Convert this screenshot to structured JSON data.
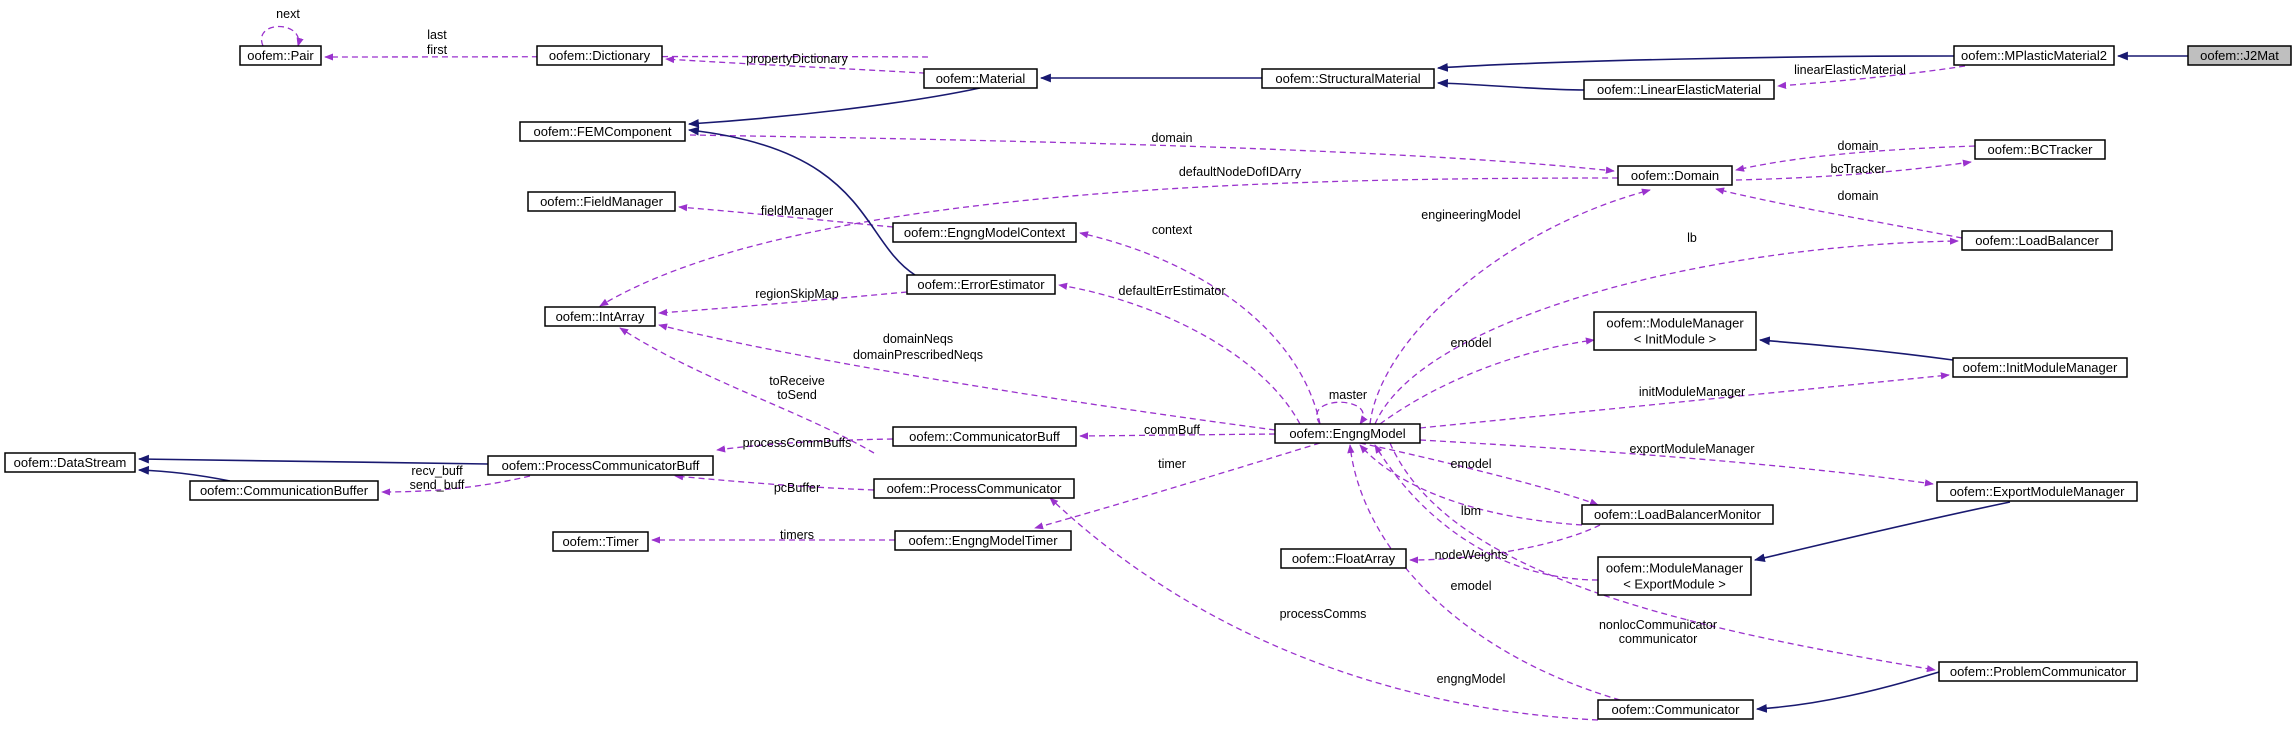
{
  "diagram": {
    "nodes": [
      {
        "id": "pair",
        "lines": [
          "oofem::Pair"
        ]
      },
      {
        "id": "dictionary",
        "lines": [
          "oofem::Dictionary"
        ]
      },
      {
        "id": "material",
        "lines": [
          "oofem::Material"
        ]
      },
      {
        "id": "structuralmaterial",
        "lines": [
          "oofem::StructuralMaterial"
        ]
      },
      {
        "id": "mplastic",
        "lines": [
          "oofem::MPlasticMaterial2"
        ]
      },
      {
        "id": "j2mat",
        "lines": [
          "oofem::J2Mat"
        ],
        "current": true
      },
      {
        "id": "linearelastic",
        "lines": [
          "oofem::LinearElasticMaterial"
        ]
      },
      {
        "id": "femcomponent",
        "lines": [
          "oofem::FEMComponent"
        ]
      },
      {
        "id": "domain",
        "lines": [
          "oofem::Domain"
        ]
      },
      {
        "id": "bctracker",
        "lines": [
          "oofem::BCTracker"
        ]
      },
      {
        "id": "fieldmanager",
        "lines": [
          "oofem::FieldManager"
        ]
      },
      {
        "id": "engngmodelcontext",
        "lines": [
          "oofem::EngngModelContext"
        ]
      },
      {
        "id": "loadbalancer",
        "lines": [
          "oofem::LoadBalancer"
        ]
      },
      {
        "id": "intarray",
        "lines": [
          "oofem::IntArray"
        ]
      },
      {
        "id": "errorestimator",
        "lines": [
          "oofem::ErrorEstimator"
        ]
      },
      {
        "id": "mminit",
        "lines": [
          "oofem::ModuleManager",
          "< InitModule >"
        ]
      },
      {
        "id": "initmodulemanager",
        "lines": [
          "oofem::InitModuleManager"
        ]
      },
      {
        "id": "datastream",
        "lines": [
          "oofem::DataStream"
        ]
      },
      {
        "id": "pcbuff",
        "lines": [
          "oofem::ProcessCommunicatorBuff"
        ]
      },
      {
        "id": "commbuff",
        "lines": [
          "oofem::CommunicatorBuff"
        ]
      },
      {
        "id": "engngmodel",
        "lines": [
          "oofem::EngngModel"
        ]
      },
      {
        "id": "communicationbuffer",
        "lines": [
          "oofem::CommunicationBuffer"
        ]
      },
      {
        "id": "processcommunicator",
        "lines": [
          "oofem::ProcessCommunicator"
        ]
      },
      {
        "id": "exportmodulemanager",
        "lines": [
          "oofem::ExportModuleManager"
        ]
      },
      {
        "id": "timer",
        "lines": [
          "oofem::Timer"
        ]
      },
      {
        "id": "engngmodeltimer",
        "lines": [
          "oofem::EngngModelTimer"
        ]
      },
      {
        "id": "lbmonitor",
        "lines": [
          "oofem::LoadBalancerMonitor"
        ]
      },
      {
        "id": "floatarray",
        "lines": [
          "oofem::FloatArray"
        ]
      },
      {
        "id": "mmexport",
        "lines": [
          "oofem::ModuleManager",
          "< ExportModule >"
        ]
      },
      {
        "id": "problemcommunicator",
        "lines": [
          "oofem::ProblemCommunicator"
        ]
      },
      {
        "id": "communicator",
        "lines": [
          "oofem::Communicator"
        ]
      }
    ],
    "edges": [
      {
        "id": "e-mat-pair",
        "kind": "use",
        "label": [
          "last",
          "first"
        ]
      },
      {
        "id": "e-pair-self",
        "kind": "use",
        "label": [
          "next"
        ]
      },
      {
        "id": "e-mat-dict",
        "kind": "use",
        "label": [
          "propertyDictionary"
        ]
      },
      {
        "id": "e-inh-material",
        "kind": "inherit",
        "label": []
      },
      {
        "id": "e-inh-structural",
        "kind": "inherit",
        "label": []
      },
      {
        "id": "e-inh-structural-lin",
        "kind": "inherit",
        "label": []
      },
      {
        "id": "e-inh-mplastic",
        "kind": "inherit",
        "label": []
      },
      {
        "id": "e-linelastic",
        "kind": "use",
        "label": [
          "linearElasticMaterial"
        ]
      },
      {
        "id": "e-inh-femcomp",
        "kind": "inherit",
        "label": []
      },
      {
        "id": "e-fem-domain",
        "kind": "use",
        "label": [
          "domain"
        ]
      },
      {
        "id": "e-bct-domain",
        "kind": "use",
        "label": [
          "domain"
        ]
      },
      {
        "id": "e-domain-bct",
        "kind": "use",
        "label": [
          "bcTracker"
        ]
      },
      {
        "id": "e-lb-domain",
        "kind": "use",
        "label": [
          "domain"
        ]
      },
      {
        "id": "e-domain-intarray",
        "kind": "use",
        "label": [
          "defaultNodeDofIDArry"
        ]
      },
      {
        "id": "e-fieldmanager",
        "kind": "use",
        "label": [
          "fieldManager"
        ]
      },
      {
        "id": "e-em-domain",
        "kind": "use",
        "label": [
          "engineeringModel"
        ]
      },
      {
        "id": "e-context",
        "kind": "use",
        "label": [
          "context"
        ]
      },
      {
        "id": "e-lb",
        "kind": "use",
        "label": [
          "lb"
        ]
      },
      {
        "id": "e-regionskipmap",
        "kind": "use",
        "label": [
          "regionSkipMap"
        ]
      },
      {
        "id": "e-defaulterr",
        "kind": "use",
        "label": [
          "defaultErrEstimator"
        ]
      },
      {
        "id": "e-domainneqs",
        "kind": "use",
        "label": [
          "domainNeqs",
          "domainPrescribedNeqs"
        ]
      },
      {
        "id": "e-toreceive",
        "kind": "use",
        "label": [
          "toReceive",
          "toSend"
        ]
      },
      {
        "id": "e-emodel-init",
        "kind": "use",
        "label": [
          "emodel"
        ]
      },
      {
        "id": "e-inh-initmm",
        "kind": "inherit",
        "label": []
      },
      {
        "id": "e-master",
        "kind": "use",
        "label": [
          "master"
        ]
      },
      {
        "id": "e-initmm",
        "kind": "use",
        "label": [
          "initModuleManager"
        ]
      },
      {
        "id": "e-processcommbuffs",
        "kind": "use",
        "label": [
          "processCommBuffs"
        ]
      },
      {
        "id": "e-commbuff",
        "kind": "use",
        "label": [
          "commBuff"
        ]
      },
      {
        "id": "e-inh-pcbuff",
        "kind": "inherit",
        "label": []
      },
      {
        "id": "e-inh-commbuffer",
        "kind": "inherit",
        "label": []
      },
      {
        "id": "e-recvbuff",
        "kind": "use",
        "label": [
          "recv_buff",
          "send_buff"
        ]
      },
      {
        "id": "e-pcbuffer",
        "kind": "use",
        "label": [
          "pcBuffer"
        ]
      },
      {
        "id": "e-exportmm",
        "kind": "use",
        "label": [
          "exportModuleManager"
        ]
      },
      {
        "id": "e-timer",
        "kind": "use",
        "label": [
          "timer"
        ]
      },
      {
        "id": "e-emodel-lbm",
        "kind": "use",
        "label": [
          "emodel"
        ]
      },
      {
        "id": "e-lbm",
        "kind": "use",
        "label": [
          "lbm"
        ]
      },
      {
        "id": "e-timers",
        "kind": "use",
        "label": [
          "timers"
        ]
      },
      {
        "id": "e-nodeweights",
        "kind": "use",
        "label": [
          "nodeWeights"
        ]
      },
      {
        "id": "e-inh-exportmm",
        "kind": "inherit",
        "label": []
      },
      {
        "id": "e-emodel-export",
        "kind": "use",
        "label": [
          "emodel"
        ]
      },
      {
        "id": "e-processcomms",
        "kind": "use",
        "label": [
          "processComms"
        ]
      },
      {
        "id": "e-nonloc",
        "kind": "use",
        "label": [
          "nonlocCommunicator",
          "communicator"
        ]
      },
      {
        "id": "e-engngmodel",
        "kind": "use",
        "label": [
          "engngModel"
        ]
      },
      {
        "id": "e-inh-problemcomm",
        "kind": "inherit",
        "label": []
      }
    ]
  }
}
